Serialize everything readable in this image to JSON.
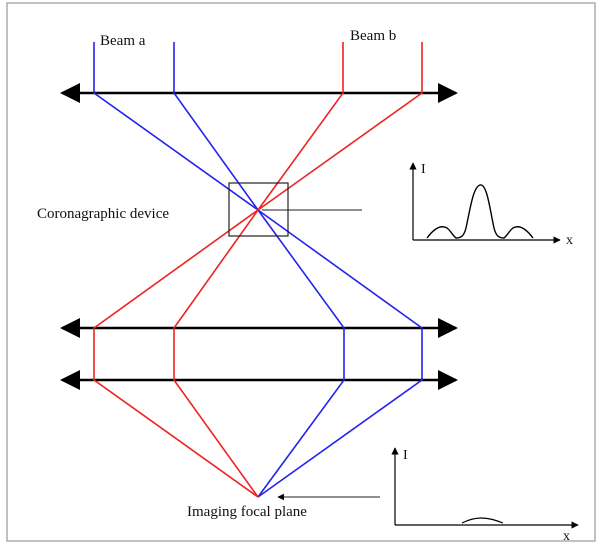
{
  "labels": {
    "beam_a": "Beam a",
    "beam_b": "Beam b",
    "coronagraphic_device": "Coronagraphic device",
    "imaging_focal_plane": "Imaging focal plane"
  },
  "plots": {
    "upper": {
      "y_axis": "I",
      "x_axis": "x"
    },
    "lower": {
      "y_axis": "I",
      "x_axis": "x"
    }
  },
  "colors": {
    "beam_a": "#2323ee",
    "beam_b": "#ee2323",
    "lens": "#000000",
    "frame": "#9a9a9a"
  }
}
